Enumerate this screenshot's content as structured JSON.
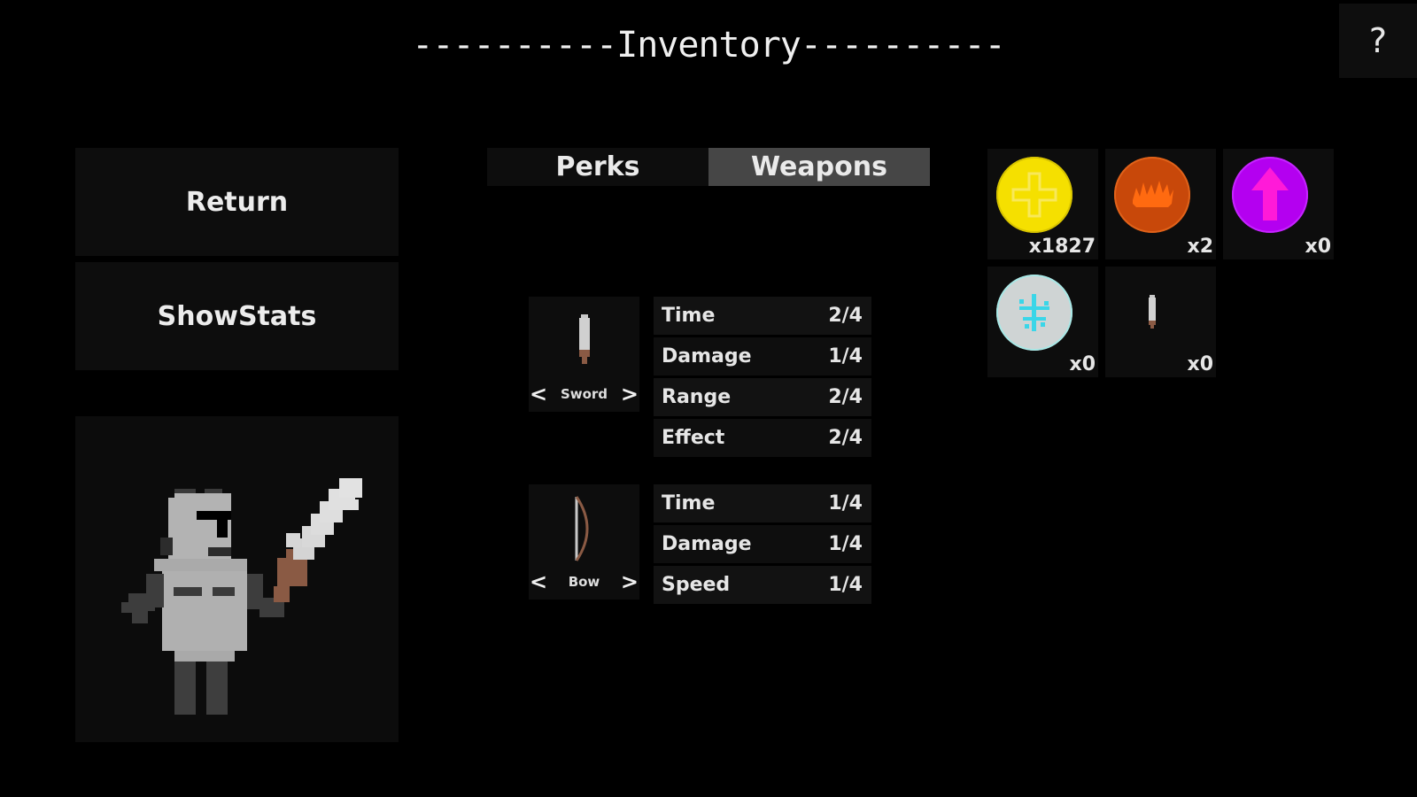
{
  "header": {
    "title": "----------Inventory----------",
    "help_label": "?"
  },
  "sidebar": {
    "return_label": "Return",
    "show_stats_label": "ShowStats"
  },
  "tabs": [
    {
      "label": "Perks",
      "active": false
    },
    {
      "label": "Weapons",
      "active": true
    }
  ],
  "weapons": [
    {
      "name": "Sword",
      "icon": "sword-icon",
      "prev_label": "<",
      "next_label": ">",
      "stats": [
        {
          "label": "Time",
          "value": "2/4"
        },
        {
          "label": "Damage",
          "value": "1/4"
        },
        {
          "label": "Range",
          "value": "2/4"
        },
        {
          "label": "Effect",
          "value": "2/4"
        }
      ]
    },
    {
      "name": "Bow",
      "icon": "bow-icon",
      "prev_label": "<",
      "next_label": ">",
      "stats": [
        {
          "label": "Time",
          "value": "1/4"
        },
        {
          "label": "Damage",
          "value": "1/4"
        },
        {
          "label": "Speed",
          "value": "1/4"
        }
      ]
    }
  ],
  "items": [
    {
      "icon": "health-cross-orb-icon",
      "count": "x1827",
      "color": "#f5e000"
    },
    {
      "icon": "fire-orb-icon",
      "count": "x2",
      "color": "#d9530d"
    },
    {
      "icon": "upgrade-arrow-orb-icon",
      "count": "x0",
      "color": "#b400f0"
    },
    {
      "icon": "frost-orb-icon",
      "count": "x0",
      "color": "#cfd6d6"
    },
    {
      "icon": "mini-sword-icon",
      "count": "x0",
      "color": "#d0d0d0"
    }
  ],
  "colors": {
    "background": "#000000",
    "panel": "#0d0d0d",
    "active_tab": "#464646",
    "text": "#eaeaea",
    "handle_brown": "#8a5a44"
  }
}
